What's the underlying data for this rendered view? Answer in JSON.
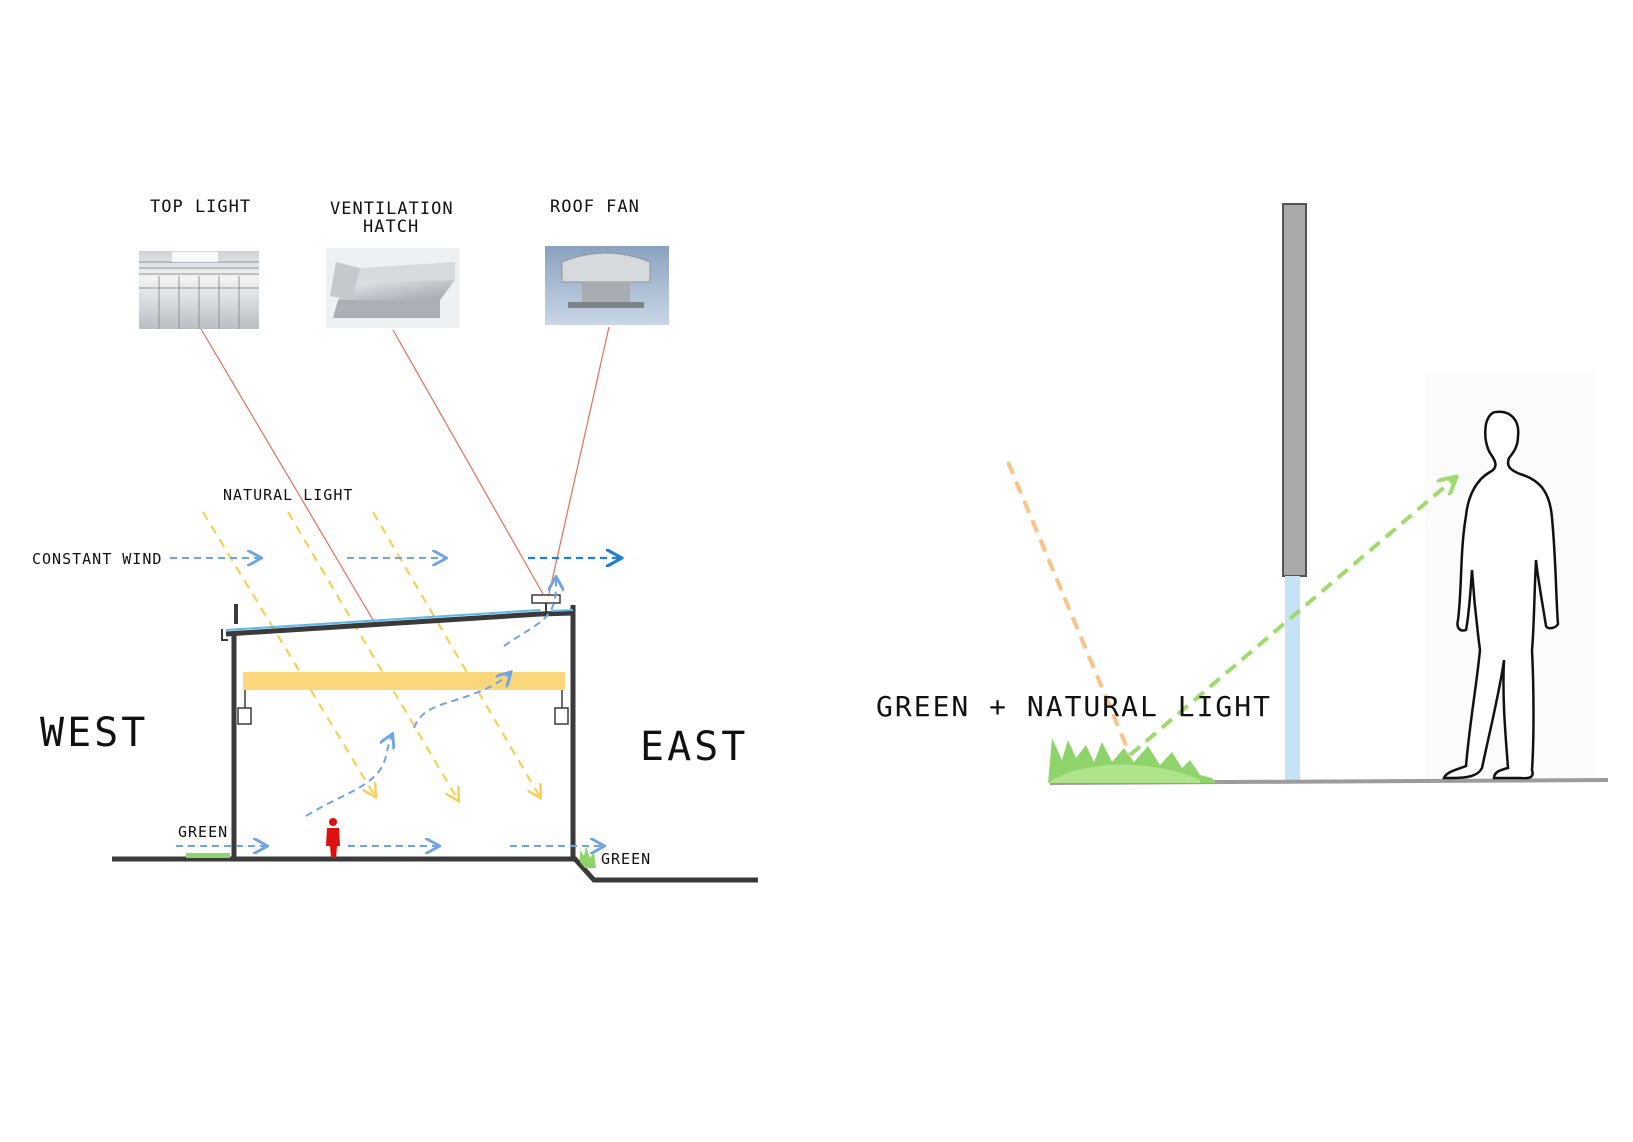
{
  "labels": {
    "top_light": "TOP LIGHT",
    "ventilation_hatch_line1": "VENTILATION",
    "ventilation_hatch_line2": "HATCH",
    "roof_fan": "ROOF FAN",
    "natural_light": "NATURAL LIGHT",
    "constant_wind": "CONSTANT WIND",
    "west": "WEST",
    "east": "EAST",
    "green_west": "GREEN",
    "green_east": "GREEN",
    "green_natural_light": "GREEN + NATURAL LIGHT"
  },
  "colors": {
    "wall": "#3a3a3a",
    "sunlight": "#f6cf55",
    "sunlight_band": "#f9d77a",
    "wind": "#6fa3e6",
    "wind_dark": "#1f7fd1",
    "leader": "#e0705a",
    "green": "#8fd46a",
    "person_red": "#e01010",
    "pole": "#a9a9a9",
    "water": "#c6e2f7",
    "light_ray": "#f7c48a",
    "green_ray": "#9edb6c"
  },
  "icons": [
    "top-light-photo",
    "ventilation-hatch-photo",
    "roof-fan-photo",
    "person-icon",
    "human-silhouette"
  ]
}
